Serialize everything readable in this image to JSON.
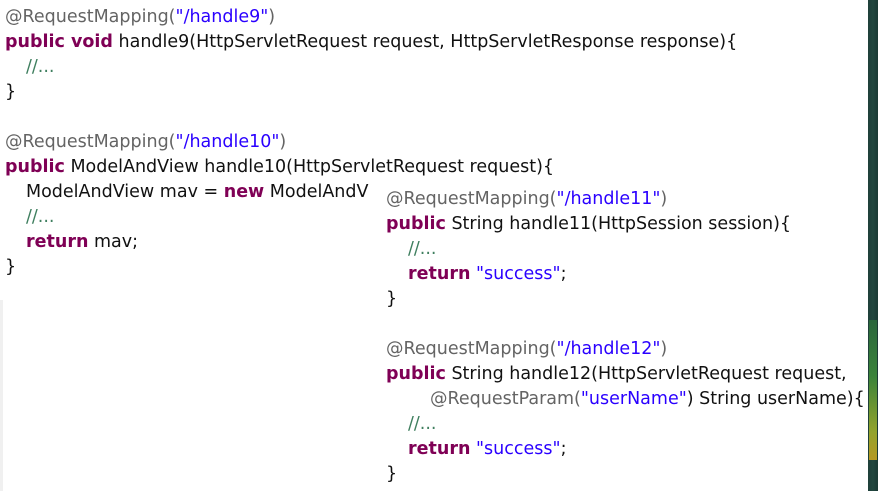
{
  "colors": {
    "annotation": "#646464",
    "keyword": "#7f0055",
    "string": "#2a00ff",
    "comment": "#3f7f5f",
    "text": "#111111",
    "right_edge": "#1f3f3a"
  },
  "left_code": {
    "h9_ann": "@RequestMapping(",
    "h9_path": "\"/handle9\"",
    "h9_close": ")",
    "h9_kw": "public void",
    "h9_sig": " handle9(HttpServletRequest request, HttpServletResponse response){",
    "h9_comment": "//...",
    "h9_end": "}",
    "h10_ann": "@RequestMapping(",
    "h10_path": "\"/handle10\"",
    "h10_close": ")",
    "h10_kw": "public",
    "h10_sig": " ModelAndView handle10(HttpServletRequest request){",
    "h10_decl": "ModelAndView mav = ",
    "h10_new": "new",
    "h10_ctor": " ModelAndV",
    "h10_comment": "//...",
    "h10_return": "return",
    "h10_ret_val": " mav;",
    "h10_end": "}"
  },
  "right_code": {
    "h11_ann": "@RequestMapping(",
    "h11_path": "\"/handle11\"",
    "h11_close": ")",
    "h11_kw": "public",
    "h11_sig": " String handle11(HttpSession session){",
    "h11_comment": "//...",
    "h11_return": "return",
    "h11_str": "\"success\"",
    "h11_semi": ";",
    "h11_end": "}",
    "h12_ann": "@RequestMapping(",
    "h12_path": "\"/handle12\"",
    "h12_close": ")",
    "h12_kw": "public",
    "h12_sig": " String handle12(HttpServletRequest request,",
    "h12_param_ann": "@RequestParam(",
    "h12_param_name": "\"userName\"",
    "h12_param_rest": ") String userName){",
    "h12_comment": "//...",
    "h12_return": "return",
    "h12_str": "\"success\"",
    "h12_semi": ";",
    "h12_end": "}"
  }
}
